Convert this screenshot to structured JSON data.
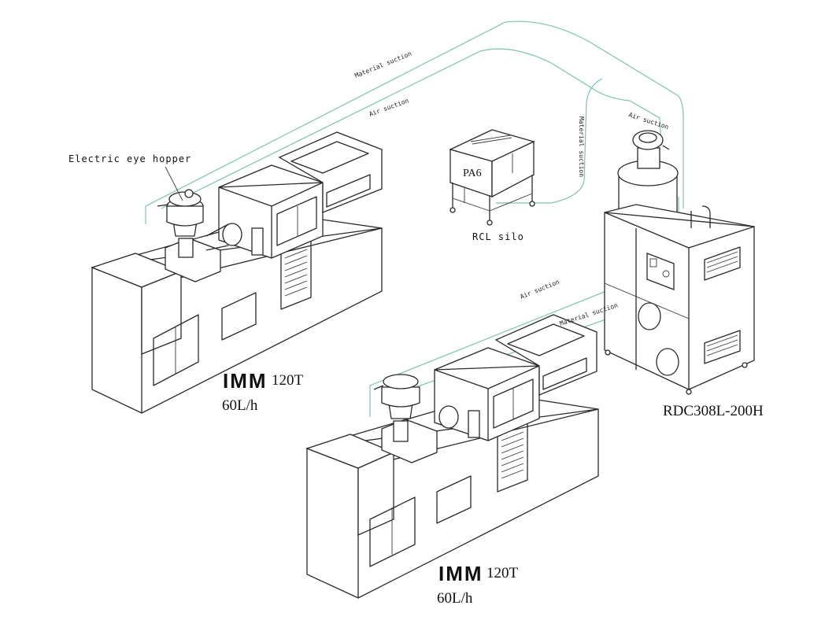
{
  "colors": {
    "pipe": "#7cc4a8",
    "line": "#2a2a2a",
    "background": "#ffffff"
  },
  "labels": {
    "electric_eye_hopper": "Electric eye hopper",
    "silo_label": "PA6",
    "rcl_silo": "RCL silo",
    "dryer_model": "RDC308L-200H",
    "material_suction": "Material suction",
    "air_suction": "Air suction"
  },
  "machines": [
    {
      "name": "IMM",
      "tonnage": "120T",
      "throughput": "60L/h"
    },
    {
      "name": "IMM",
      "tonnage": "120T",
      "throughput": "60L/h"
    }
  ],
  "icons": {
    "silo": "silo-icon",
    "dryer": "dryer-icon",
    "hopper": "hopper-icon"
  }
}
